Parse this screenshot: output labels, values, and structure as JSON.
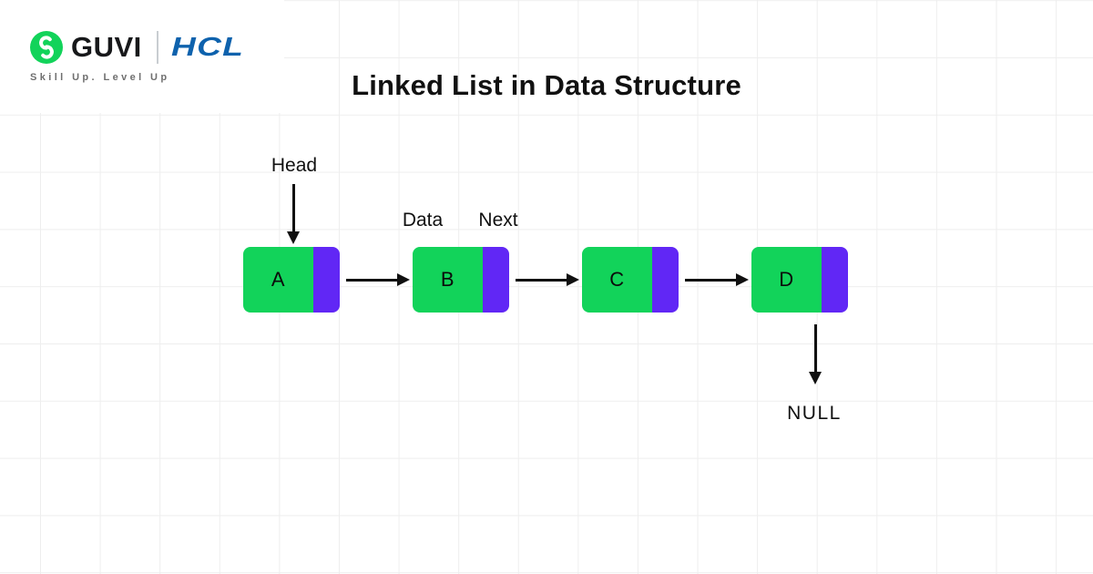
{
  "brand": {
    "guvi_wordmark": "GUVI",
    "hcl_wordmark": "HCL",
    "tagline": "Skill Up. Level Up",
    "colors": {
      "guvi_green": "#12d35a",
      "hcl_blue": "#0e62ad",
      "wordmark_black": "#17181a",
      "tagline_gray": "#6f6f6f"
    }
  },
  "title": "Linked List in Data Structure",
  "diagram": {
    "head_label": "Head",
    "data_label": "Data",
    "next_label": "Next",
    "null_label": "NULL",
    "nodes": [
      {
        "value": "A"
      },
      {
        "value": "B"
      },
      {
        "value": "C"
      },
      {
        "value": "D"
      }
    ],
    "colors": {
      "data_cell_green": "#12d35a",
      "next_cell_purple": "#6127f5",
      "arrow_black": "#101010"
    }
  }
}
